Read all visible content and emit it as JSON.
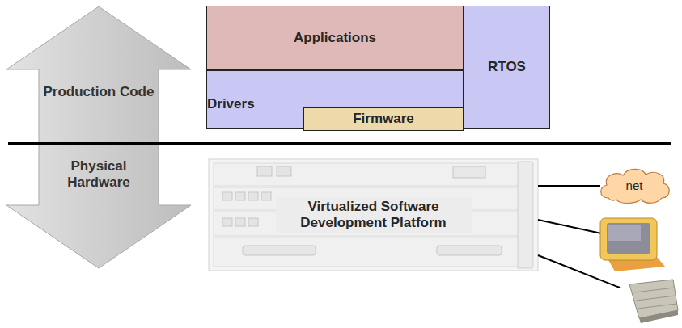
{
  "diagram": {
    "nodes": [
      {
        "text": [
          "Applications"
        ]
      },
      {
        "text": [
          "RTOS"
        ]
      },
      {
        "text": [
          "Drivers"
        ]
      },
      {
        "text": [
          "Firmware"
        ],
        "in": 2
      },
      {
        "text": [
          "Virtualized Software Development Platform"
        ]
      },
      {
        "text": [
          "net"
        ]
      }
    ],
    "edges": [
      {
        "from": 4,
        "to": 5,
        "arrow": "none"
      }
    ],
    "labels": [
      "Production Code",
      "Physical Hardware"
    ]
  }
}
